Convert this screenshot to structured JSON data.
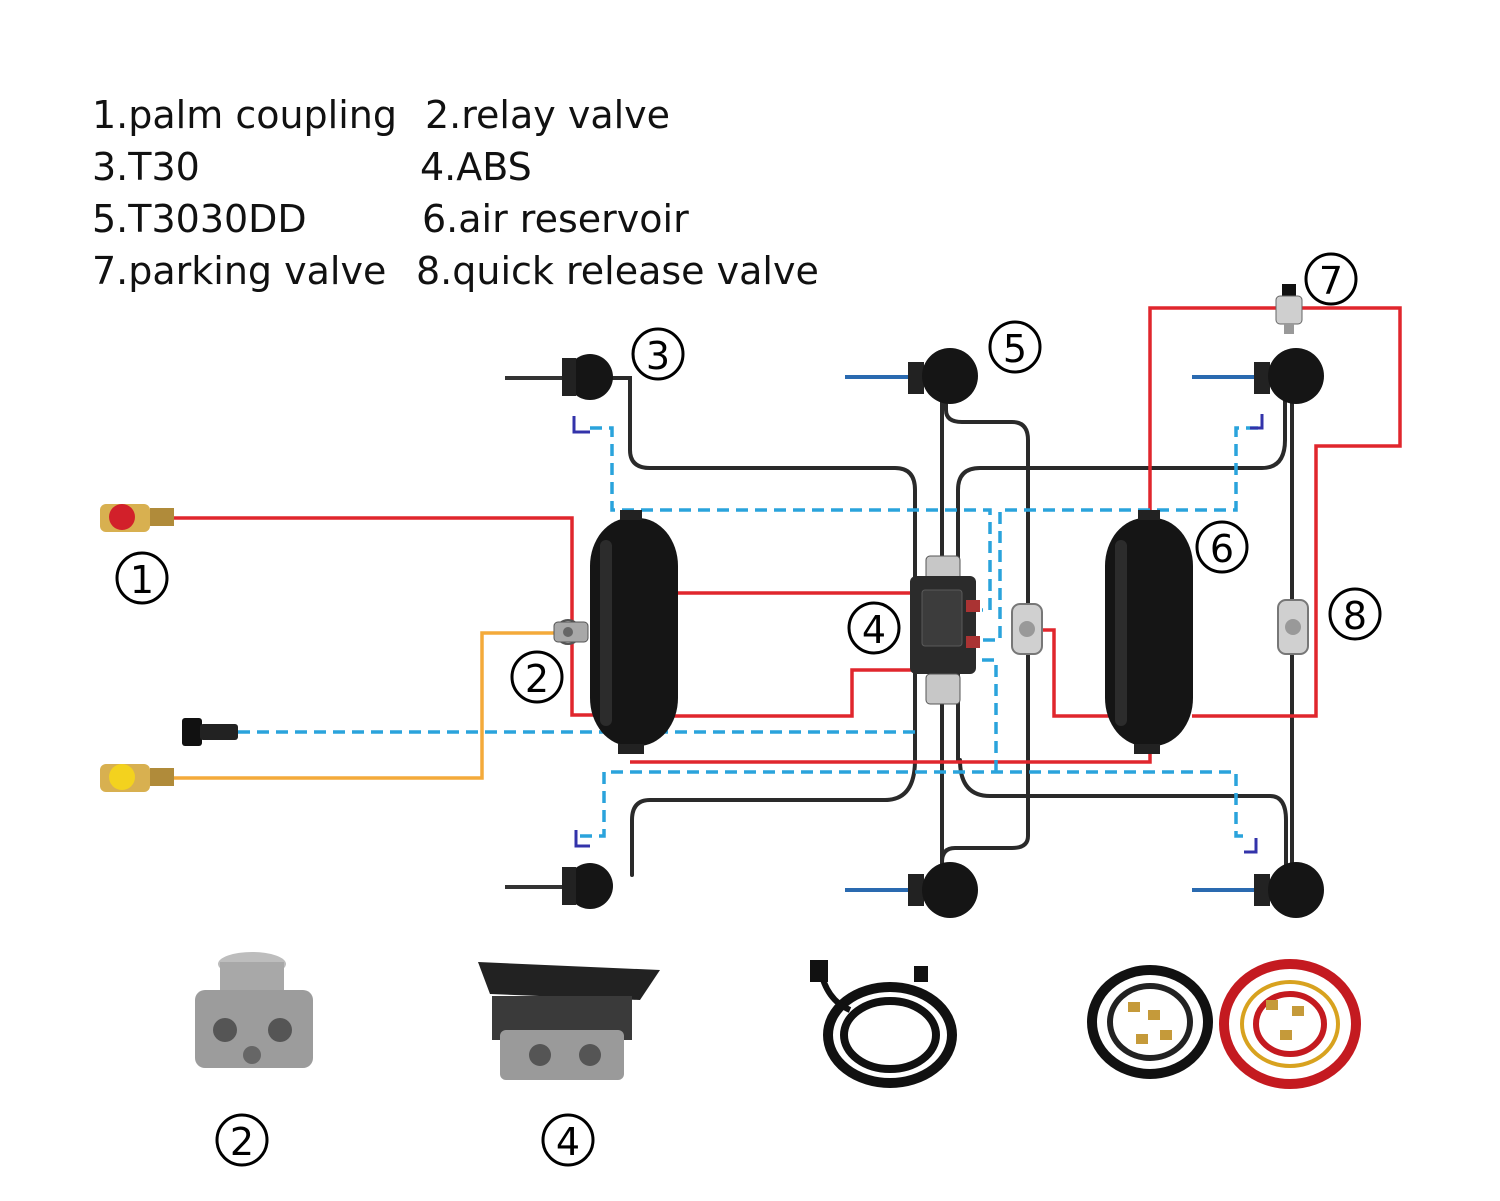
{
  "legend": [
    {
      "id": "1",
      "text": "1.palm coupling"
    },
    {
      "id": "2",
      "text": "2.relay valve"
    },
    {
      "id": "3",
      "text": "3.T30"
    },
    {
      "id": "4",
      "text": "4.ABS"
    },
    {
      "id": "5",
      "text": "5.T3030DD"
    },
    {
      "id": "6",
      "text": "6.air reservoir"
    },
    {
      "id": "7",
      "text": "7.parking valve"
    },
    {
      "id": "8",
      "text": "8.quick release valve"
    }
  ],
  "markers": {
    "palm_coupling": "1",
    "relay_valve": "2",
    "t30": "3",
    "abs": "4",
    "t3030dd": "5",
    "air_reservoir": "6",
    "parking_valve": "7",
    "quick_release_valve": "8",
    "photo_relay_valve": "2",
    "photo_abs": "4"
  },
  "colors": {
    "supply_line": "#e0262d",
    "control_line": "#f4aa3a",
    "signal_line": "#2aa3dc",
    "brake_hose": "#2a2a2a",
    "component": "#151515"
  }
}
